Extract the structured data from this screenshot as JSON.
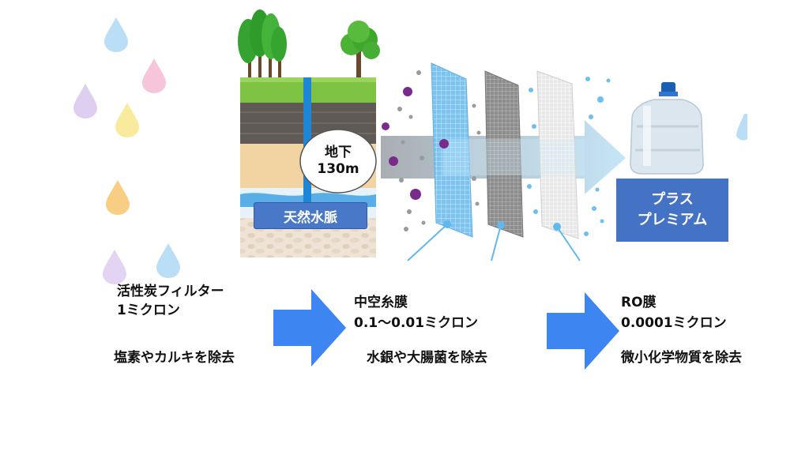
{
  "illustration": {
    "depth_label": {
      "line1": "地下",
      "line2": "130m"
    },
    "vein_label": "天然水脈",
    "product": {
      "line1": "プラス",
      "line2": "プレミアム"
    }
  },
  "stages": [
    {
      "name": "活性炭フィルター",
      "spec": "1ミクロン",
      "removes": "塩素やカルキを除去"
    },
    {
      "name": "中空糸膜",
      "spec": "0.1～0.01ミクロン",
      "removes": "水銀や大腸菌を除去"
    },
    {
      "name": "RO膜",
      "spec": "0.0001ミクロン",
      "removes": "微小化学物質を除去"
    }
  ],
  "colors": {
    "arrow_blue": "#3d85f0",
    "label_blue": "#4472c4",
    "bacteria": "#7a2a8a"
  }
}
